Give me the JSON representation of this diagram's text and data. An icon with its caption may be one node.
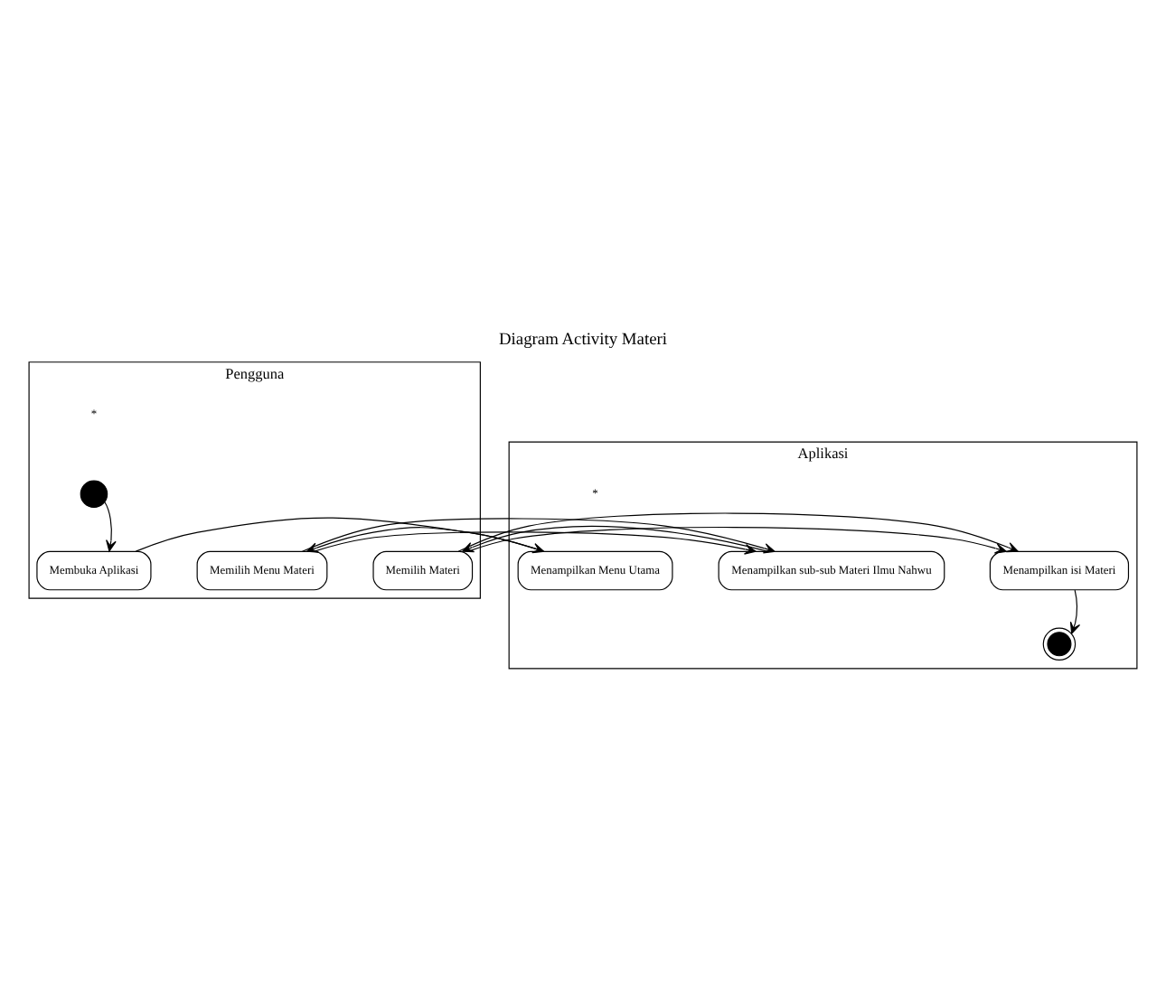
{
  "diagram": {
    "title": "Diagram Activity Materi",
    "nodes": [
      {
        "text": [
          "Pengguna"
        ]
      },
      {
        "text": [
          "Aplikasi"
        ]
      },
      {
        "text": [],
        "shape": "circle",
        "in": 0
      },
      {
        "text": [
          "Membuka Aplikasi"
        ],
        "in": 0
      },
      {
        "text": [
          "Menampilkan Menu Utama"
        ],
        "in": 1
      },
      {
        "text": [
          "Memilih Menu Materi"
        ],
        "in": 0
      },
      {
        "text": [
          "Menampilkan sub-sub Materi Ilmu Nahwu"
        ],
        "in": 1
      },
      {
        "text": [
          "Memilih Materi"
        ],
        "in": 0
      },
      {
        "text": [
          "Menampilkan isi Materi"
        ],
        "in": 1
      },
      {
        "text": [],
        "shape": "bullseye",
        "in": 1
      }
    ],
    "edges": [
      {
        "from": 2,
        "to": 3,
        "arrow": "to"
      },
      {
        "from": 3,
        "to": 4,
        "arrow": "to"
      },
      {
        "from": 4,
        "to": 5,
        "arrow": "to"
      },
      {
        "from": 5,
        "to": 6,
        "arrow": "to"
      },
      {
        "from": 6,
        "to": 7,
        "arrow": "to"
      },
      {
        "from": 7,
        "to": 8,
        "arrow": "to"
      },
      {
        "from": 8,
        "to": 9,
        "arrow": "to"
      }
    ],
    "labels": [
      "*",
      "*"
    ]
  }
}
